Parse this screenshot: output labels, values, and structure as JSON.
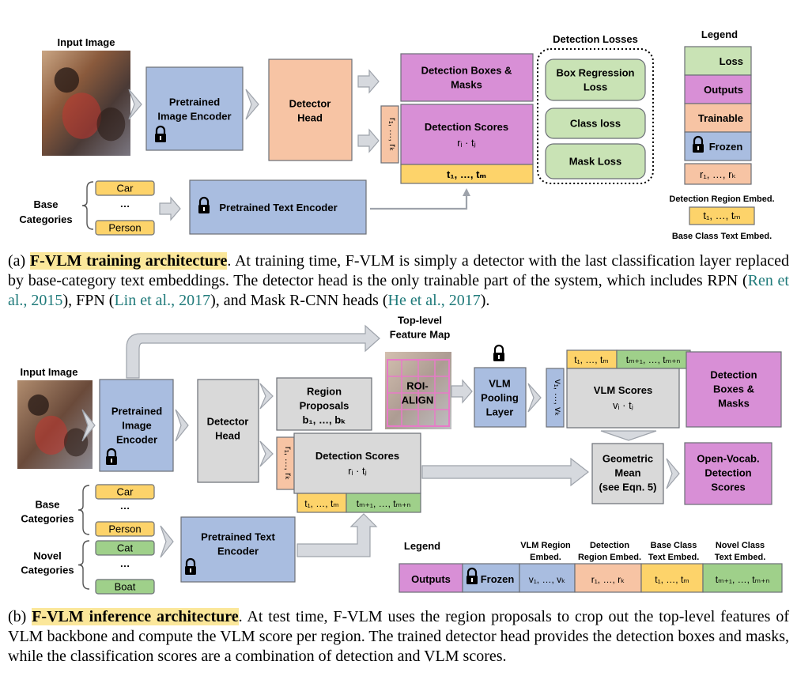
{
  "colors": {
    "loss": "#c9e3b5",
    "outputs": "#d88fd6",
    "trainable": "#f7c4a4",
    "frozen": "#a9bde0",
    "base_text": "#fdd36a",
    "novel_text": "#9fd08a",
    "gray": "#d9d9d9",
    "cite": "#1f7a7a"
  },
  "diagram_a": {
    "input_image_label": "Input Image",
    "image_encoder": [
      "Pretrained",
      "Image Encoder"
    ],
    "detector_head": [
      "Detector",
      "Head"
    ],
    "detection_boxes": [
      "Detection Boxes &",
      "Masks"
    ],
    "detection_scores": "Detection Scores",
    "detection_scores_formula": "rᵢ · tⱼ",
    "region_embed": "r₁, …, rₖ",
    "base_text_embed": "t₁, …, tₘ",
    "losses_title": "Detection Losses",
    "losses": [
      [
        "Box Regression",
        "Loss"
      ],
      [
        "Class loss"
      ],
      [
        "Mask Loss"
      ]
    ],
    "base_categories_label": [
      "Base",
      "Categories"
    ],
    "categories": [
      "Car",
      "…",
      "Person"
    ],
    "text_encoder": "Pretrained Text Encoder",
    "legend_title": "Legend",
    "legend_items": [
      "Loss",
      "Outputs",
      "Trainable",
      "Frozen"
    ],
    "legend_region": "r₁, …, rₖ",
    "legend_region_label": "Detection Region Embed.",
    "legend_text": "t₁, …, tₘ",
    "legend_text_label": "Base Class Text Embed."
  },
  "caption_a": {
    "lead": "(a) ",
    "title": "F-VLM training architecture",
    "text1": ". At training time, F-VLM is simply a detector with the last classification layer replaced by base-category text embeddings. The detector head is the only trainable part of the system, which includes RPN (",
    "cite1": "Ren et al., 2015",
    "text2": "), FPN (",
    "cite2": "Lin et al., 2017",
    "text3": "), and Mask R-CNN heads (",
    "cite3": "He et al., 2017",
    "text4": ")."
  },
  "diagram_b": {
    "input_image_label": "Input Image",
    "image_encoder": [
      "Pretrained",
      "Image",
      "Encoder"
    ],
    "detector_head": [
      "Detector",
      "Head"
    ],
    "top_level_label": [
      "Top-level",
      "Feature Map"
    ],
    "roi_align": [
      "ROI-",
      "ALIGN"
    ],
    "region_proposals": [
      "Region",
      "Proposals",
      "b₁, …, bₖ"
    ],
    "region_embed": "r₁, …, rₖ",
    "detection_scores": "Detection Scores",
    "detection_scores_formula": "rᵢ · tⱼ",
    "base_text_embed": "t₁, …, tₘ",
    "novel_text_embed": "tₘ₊₁, …, tₘ₊ₙ",
    "vlm_pooling": [
      "VLM",
      "Pooling",
      "Layer"
    ],
    "vlm_embed": "v₁, …, vₖ",
    "vlm_scores": "VLM Scores",
    "vlm_scores_formula": "vᵢ · tⱼ",
    "detection_boxes": [
      "Detection",
      "Boxes &",
      "Masks"
    ],
    "geometric_mean": [
      "Geometric",
      "Mean",
      "(see Eqn. 5)"
    ],
    "open_vocab": [
      "Open-Vocab.",
      "Detection",
      "Scores"
    ],
    "base_categories_label": [
      "Base",
      "Categories"
    ],
    "novel_categories_label": [
      "Novel",
      "Categories"
    ],
    "base_categories": [
      "Car",
      "…",
      "Person"
    ],
    "novel_categories": [
      "Cat",
      "…",
      "Boat"
    ],
    "text_encoder": [
      "Pretrained Text",
      "Encoder"
    ],
    "legend_title": "Legend",
    "legend_headers": [
      [
        "VLM Region",
        "Embed."
      ],
      [
        "Detection",
        "Region Embed."
      ],
      [
        "Base Class",
        "Text Embed."
      ],
      [
        "Novel Class",
        "Text Embed."
      ]
    ],
    "legend_items": [
      "Outputs",
      "Frozen",
      "v₁, …, vₖ",
      "r₁, …, rₖ",
      "t₁, …, tₘ",
      "tₘ₊₁, …, tₘ₊ₙ"
    ]
  },
  "caption_b": {
    "lead": "(b) ",
    "title": "F-VLM inference architecture",
    "text": ". At test time, F-VLM uses the region proposals to crop out the top-level features of VLM backbone and compute the VLM score per region. The trained detector head provides the detection boxes and masks, while the classification scores are a combination of detection and VLM scores."
  }
}
